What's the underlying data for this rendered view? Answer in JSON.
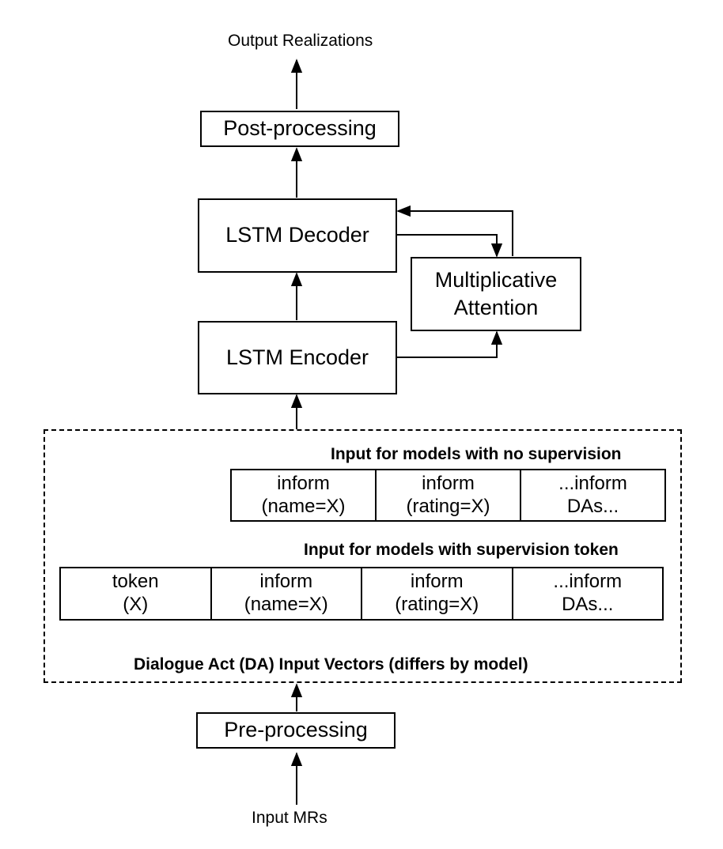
{
  "labels": {
    "output": "Output Realizations",
    "input": "Input MRs",
    "no_supervision_title": "Input for models with no supervision",
    "supervision_title": "Input for models with supervision token",
    "da_vectors_title": "Dialogue Act (DA) Input Vectors (differs by model)"
  },
  "boxes": {
    "post_processing": "Post-processing",
    "decoder": "LSTM Decoder",
    "encoder": "LSTM Encoder",
    "attention_line1": "Multiplicative",
    "attention_line2": "Attention",
    "pre_processing": "Pre-processing"
  },
  "no_supervision_cells": [
    {
      "line1": "inform",
      "line2": "(name=X)"
    },
    {
      "line1": "inform",
      "line2": "(rating=X)"
    },
    {
      "line1": "...inform",
      "line2": "DAs..."
    }
  ],
  "supervision_cells": [
    {
      "line1": "token",
      "line2": "(X)"
    },
    {
      "line1": "inform",
      "line2": "(name=X)"
    },
    {
      "line1": "inform",
      "line2": "(rating=X)"
    },
    {
      "line1": "...inform",
      "line2": "DAs..."
    }
  ]
}
